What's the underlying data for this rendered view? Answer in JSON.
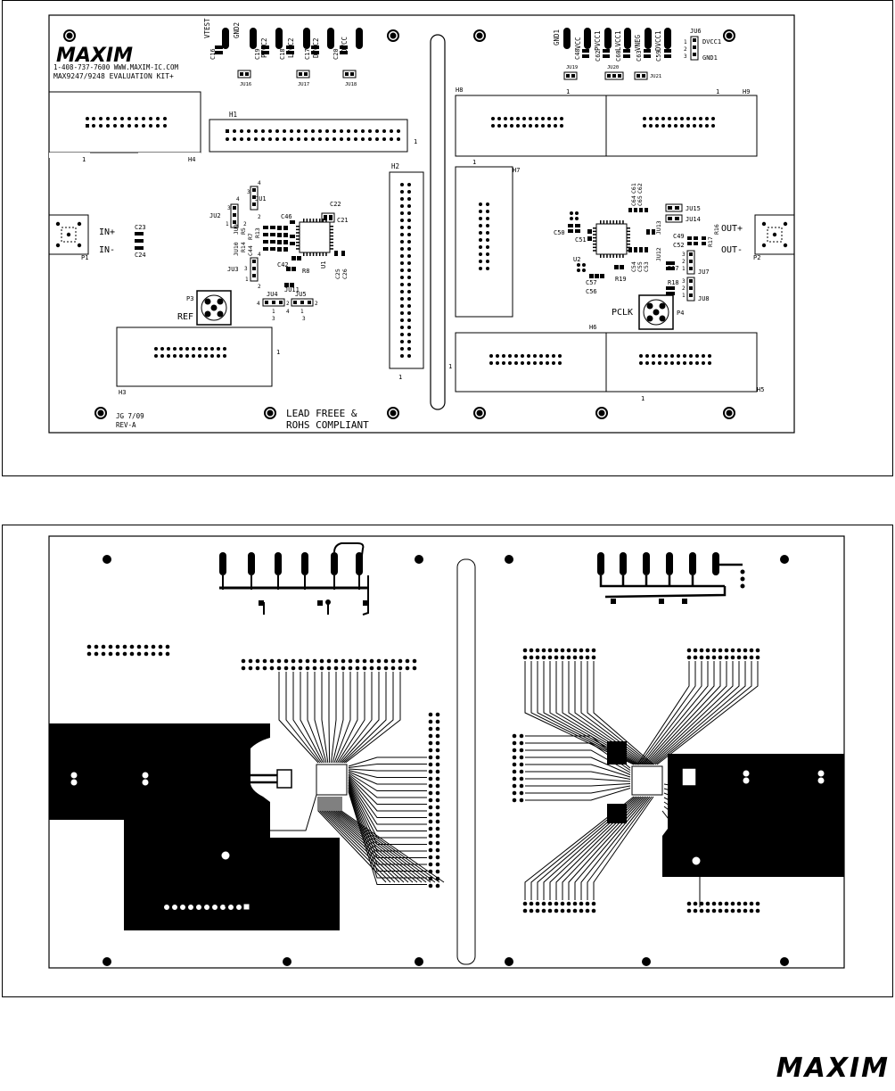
{
  "silkscreen": {
    "brand": "MAXIM",
    "phone_line": "1-408-737-7600 WWW.MAXIM-IC.COM",
    "kit_line": "MAX9247/9248 EVALUATION KIT+",
    "lead_free": "LEAD FREEE &",
    "rohs": "ROHS COMPLIANT",
    "date_code": "JG 7/09",
    "revision": "REV-A",
    "in_plus": "IN+",
    "in_minus": "IN-",
    "out_plus": "OUT+",
    "out_minus": "OUT-",
    "ref_label": "REF",
    "pclk_label": "PCLK",
    "conn_h1": "H1",
    "conn_h2": "H2",
    "conn_h3": "H3",
    "conn_h4": "H4",
    "conn_h5": "H5",
    "conn_h6": "H6",
    "conn_h7": "H7",
    "conn_h8": "H8",
    "conn_h9": "H9",
    "port_p1": "P1",
    "port_p2": "P2",
    "port_p3": "P3",
    "port_p4": "P4",
    "u1": "U1",
    "u2": "U2",
    "left_pads": [
      "VTEST",
      "GND2",
      "PVCC2",
      "LVCC2",
      "DVCC2",
      "OVCC"
    ],
    "right_pads": [
      "GND1",
      "VCC",
      "PVCC1",
      "LVCC1",
      "VNEG",
      "DVCC1"
    ],
    "jumpers_top": [
      "JU16",
      "JU17",
      "JU18",
      "JU19",
      "JU20",
      "JU21"
    ],
    "jumpers_left": [
      "JU1",
      "JU2",
      "JU3",
      "JU4",
      "JU5",
      "JU9",
      "JU10",
      "JU11"
    ],
    "jumpers_right": [
      "JU6",
      "JU7",
      "JU8",
      "JU12",
      "JU13",
      "JU14",
      "JU15"
    ],
    "ju6_labels": [
      "DVCC1",
      "GND1"
    ],
    "caps_left": [
      "C16",
      "C19",
      "C18",
      "C17",
      "C20",
      "C21",
      "C22",
      "C23",
      "C24",
      "C25",
      "C26",
      "C42",
      "C44",
      "C46"
    ],
    "caps_right": [
      "C48",
      "C49",
      "C50",
      "C51",
      "C52",
      "C53",
      "C54",
      "C55",
      "C56",
      "C57",
      "C58",
      "C59",
      "C60",
      "C61",
      "C62",
      "C63",
      "C64",
      "C65"
    ],
    "resistors": [
      "R5",
      "R6",
      "R7",
      "R8",
      "R13",
      "R14",
      "R15",
      "R16",
      "R17",
      "R18",
      "R19"
    ]
  }
}
